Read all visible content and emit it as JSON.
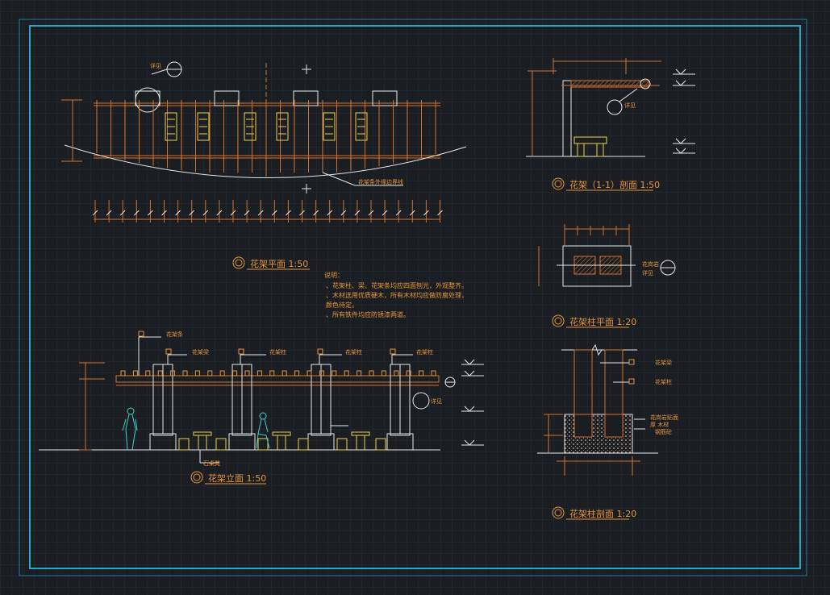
{
  "drawing": {
    "views": {
      "plan_title": "花架平面  1:50",
      "front_elevation_title": "花架立面  1:50",
      "section_title": "花架（1-1）剖面  1:50",
      "column_plan_title": "花架柱平面  1:20",
      "column_section_title": "花架柱剖面  1:20"
    },
    "notes": {
      "heading": "说明：",
      "lines": [
        "、花架柱、梁、花架条均应四面刨光，外观整齐。",
        "、木材选用优质硬木，所有木材均应做防腐处理，",
        "颜色待定。",
        "、所有铁件均应防锈漆两道。"
      ]
    },
    "labels": {
      "detail_see": "详见",
      "plan_curve_label": "花架条外缘边界线",
      "elev_label_1": "花架条",
      "elev_label_2": "花架梁",
      "elev_label_3": "花架柱",
      "elev_label_4": "花架柱",
      "elev_label_5": "花架柱",
      "elev_bottom_label": "石桌凳",
      "colsec_label_1": "花架梁",
      "colsec_label_2": "花架柱",
      "colsec_label_3": "花岗岩贴面",
      "colsec_label_4": "厚  木材",
      "colsec_label_5": "钢筋砼",
      "colplan_label": "花岗岩"
    },
    "colors": {
      "background": "#1a1d21",
      "grid": "#2a3036",
      "frame": "#2aa5c8",
      "line_orange": "#d2722e",
      "line_yellow": "#e8d24a",
      "line_white": "#e8e8e8",
      "figure_cyan": "#3fd0c8"
    }
  }
}
